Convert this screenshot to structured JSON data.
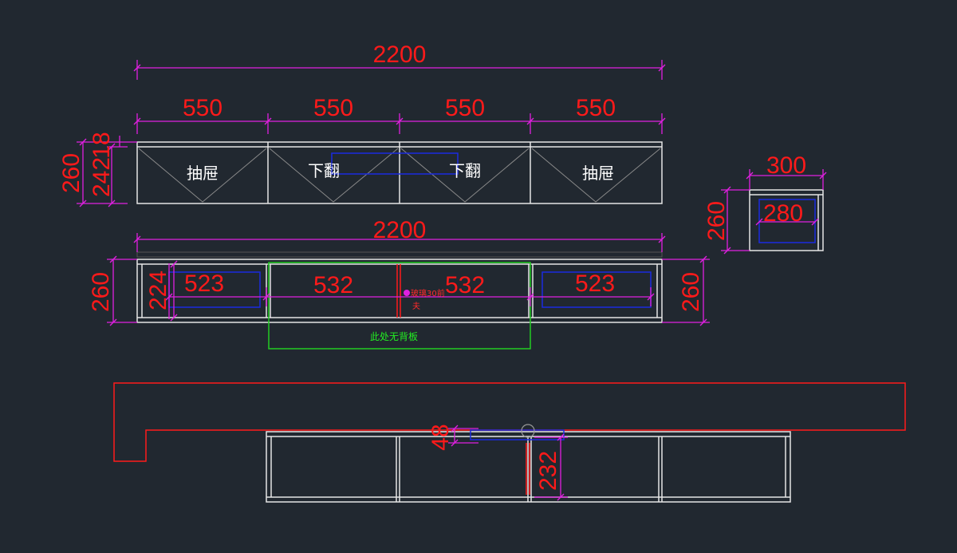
{
  "drawing": {
    "colors": {
      "background": "#212830",
      "cabinet_line": "#e6e6e6",
      "dimension_line": "#e020e0",
      "dimension_text": "#ff1a1a",
      "inner_box": "#1a2ae0",
      "note_box": "#22cc22",
      "section_outline": "#ff1a1a"
    },
    "front_view": {
      "overall_width": "2200",
      "segment_widths": [
        "550",
        "550",
        "550",
        "550"
      ],
      "height_overall": "260",
      "height_inner": "242",
      "height_top": "18",
      "panel_labels": [
        "抽屉",
        "下翻",
        "下翻",
        "抽屉"
      ]
    },
    "interior_view": {
      "overall_width": "2200",
      "compartment_widths": [
        "523",
        "532",
        "532",
        "523"
      ],
      "height_left": "260",
      "height_right": "260",
      "inner_height": "224",
      "note_no_back_panel": "此处无背板",
      "note_glass_line1": "玻璃30前",
      "note_glass_line2": "夫"
    },
    "side_view": {
      "depth": "300",
      "inner_depth": "280",
      "height": "260"
    },
    "plan_view": {
      "dim_small": "48",
      "dim_depth": "232"
    }
  }
}
